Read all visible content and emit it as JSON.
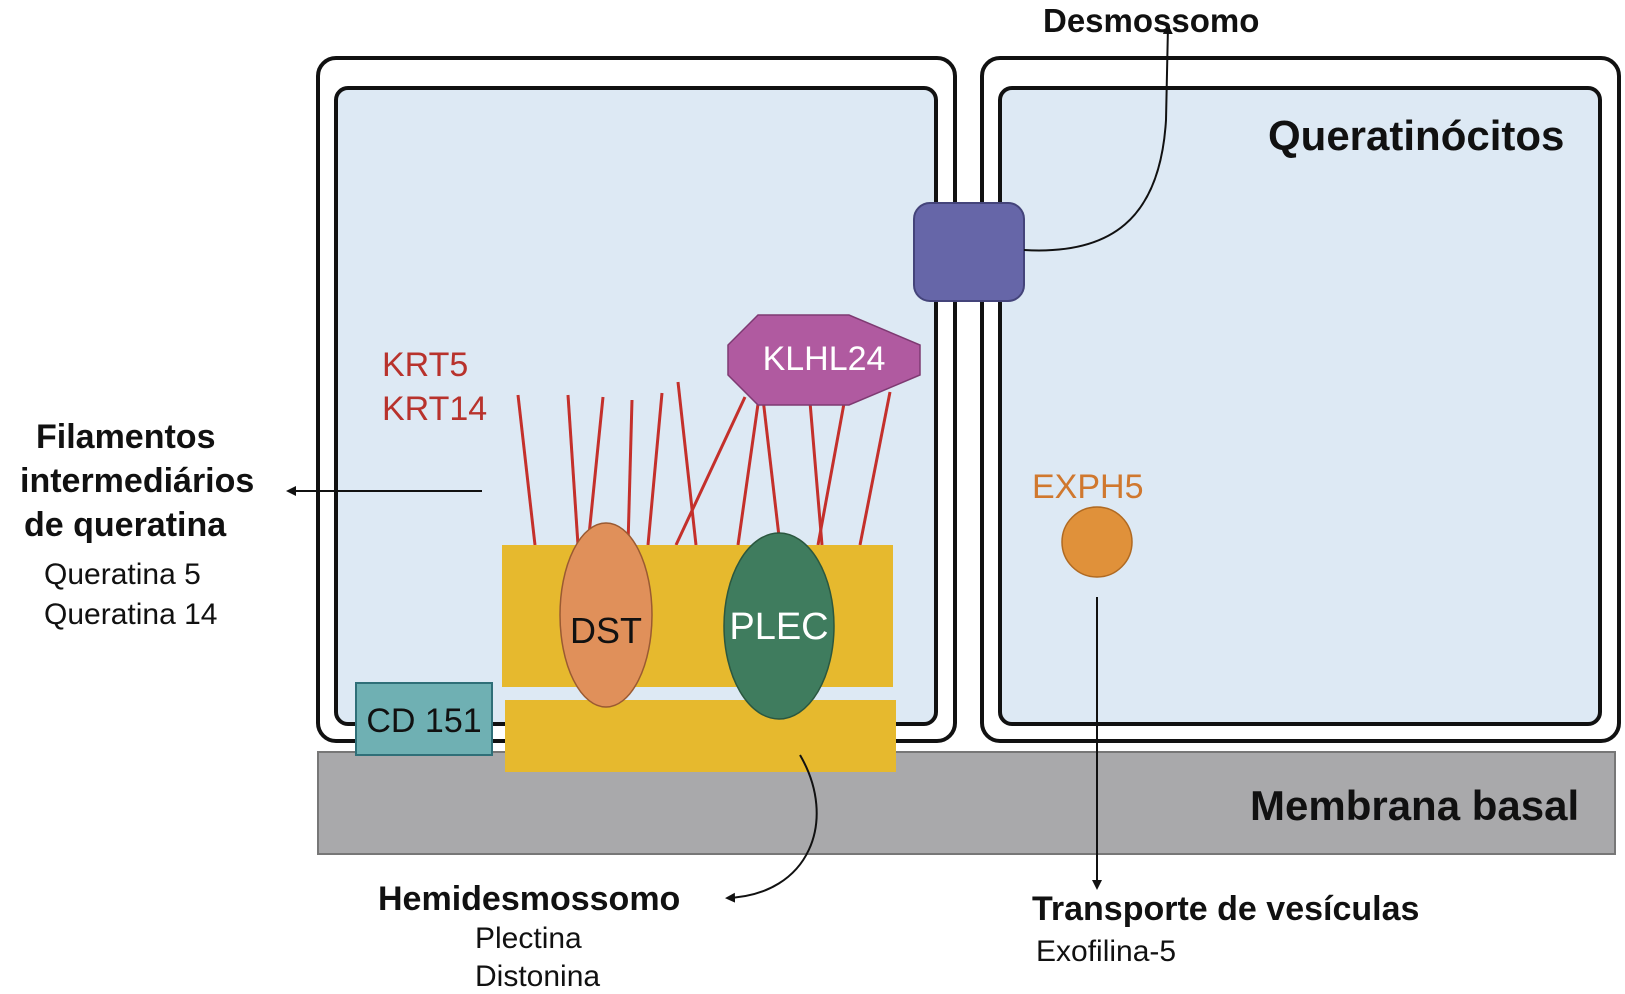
{
  "labels": {
    "desmossomo": "Desmossomo",
    "queratinocitos": "Queratinócitos",
    "membrana_basal": "Membrana basal",
    "krt5": "KRT5",
    "krt14": "KRT14",
    "klhl24": "KLHL24",
    "exph5": "EXPH5",
    "dst": "DST",
    "plec": "PLEC",
    "cd151": "CD 151",
    "filamentos": {
      "line1": "Filamentos",
      "line2": "intermediários",
      "line3": "de queratina",
      "sub1": "Queratina 5",
      "sub2": "Queratina 14"
    },
    "hemidesmossomo": {
      "title": "Hemidesmossomo",
      "sub1": "Plectina",
      "sub2": "Distonina"
    },
    "transporte": {
      "title": "Transporte de vesículas",
      "sub1": "Exofilina-5"
    }
  },
  "colors": {
    "cell_fill": "#dde9f4",
    "membrane_basal": "#a9a9ab",
    "hemidesmosome_plate": "#e6b92e",
    "dst": "#e0905a",
    "plec": "#3f7c5e",
    "cd151": "#6fb0b3",
    "klhl24": "#b05aa0",
    "desmosome": "#6666a8",
    "exph5": "#e0913a",
    "keratin": "#c4302b",
    "red_text": "#b8322c",
    "orange_text": "#d0782e"
  }
}
